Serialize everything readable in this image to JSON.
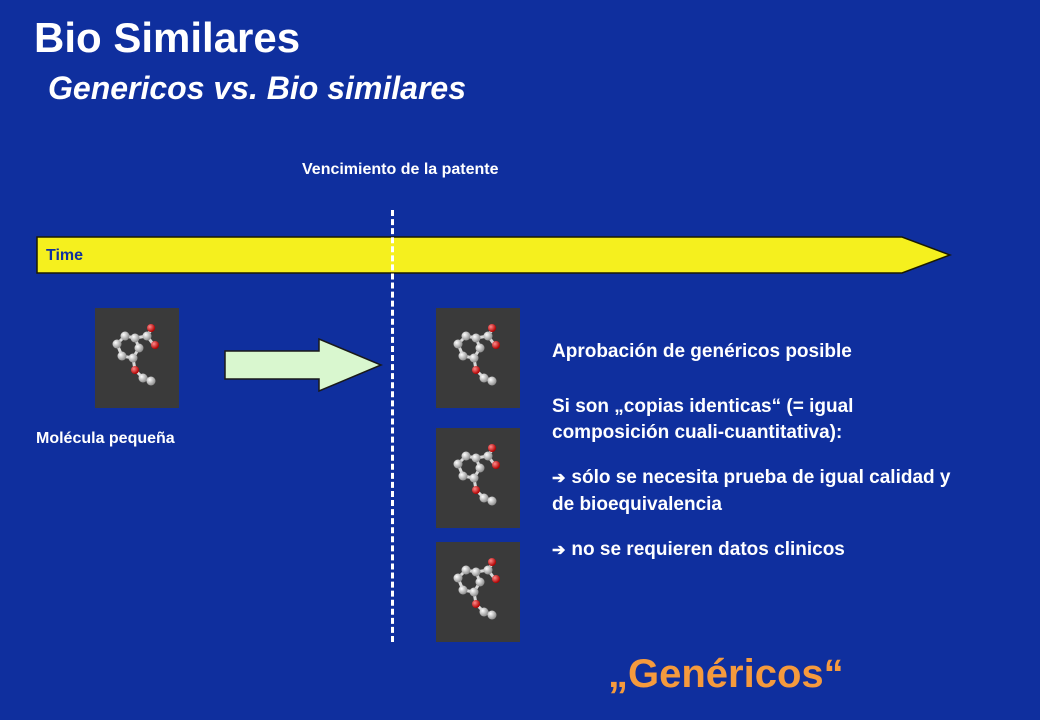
{
  "slide": {
    "title": "Bio Similares",
    "subtitle": "Genericos vs. Bio similares"
  },
  "timeline": {
    "label": "Time",
    "patent_label": "Vencimiento de la patente",
    "colors": {
      "fill": "#f5f01e",
      "edge": "#1a1a00"
    }
  },
  "small_molecule": {
    "label": "Molécula pequeña",
    "icon": "molecule-ball-and-stick"
  },
  "info": {
    "approval": "Aprobación de genéricos posible",
    "condition": "Si son „copias identicas“ (= igual composición cuali-cuantitativa):",
    "bullet_glyph": "➔",
    "bullets": [
      "sólo se necesita prueba de igual calidad y de bioequivalencia",
      "no se requieren datos clinicos"
    ]
  },
  "footer": {
    "label": "„Genéricos“"
  },
  "colors": {
    "background": "#0f2f9e",
    "accent": "#f59a3d",
    "arrow": "#d9f7cf"
  }
}
